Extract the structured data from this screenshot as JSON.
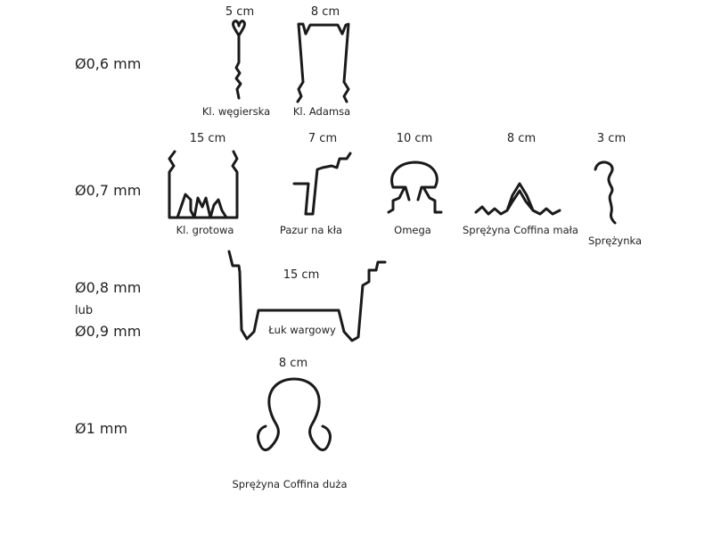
{
  "rows": {
    "d06": "Ø0,6 mm",
    "d07": "Ø0,7 mm",
    "d08": "Ø0,8 mm",
    "lub": "lub",
    "d09": "Ø0,9 mm",
    "d1": "Ø1 mm"
  },
  "wires": {
    "weg": {
      "length": "5 cm",
      "name": "Kl. węgierska"
    },
    "adams": {
      "length": "8 cm",
      "name": "Kl. Adamsa"
    },
    "grot": {
      "length": "15 cm",
      "name": "Kl. grotowa"
    },
    "pazur": {
      "length": "7 cm",
      "name": "Pazur na kła"
    },
    "omega": {
      "length": "10 cm",
      "name": "Omega"
    },
    "coffin_small": {
      "length": "8 cm",
      "name": "Sprężyna Coffina mała"
    },
    "spring": {
      "length": "3 cm",
      "name": "Sprężynka"
    },
    "labial": {
      "length": "15 cm",
      "name": "Łuk wargowy"
    },
    "coffin_large": {
      "length": "8 cm",
      "name": "Sprężyna Coffina duża"
    }
  },
  "colors": {
    "wire": "#1a1a1a",
    "text": "#222222",
    "background": "#ffffff"
  }
}
